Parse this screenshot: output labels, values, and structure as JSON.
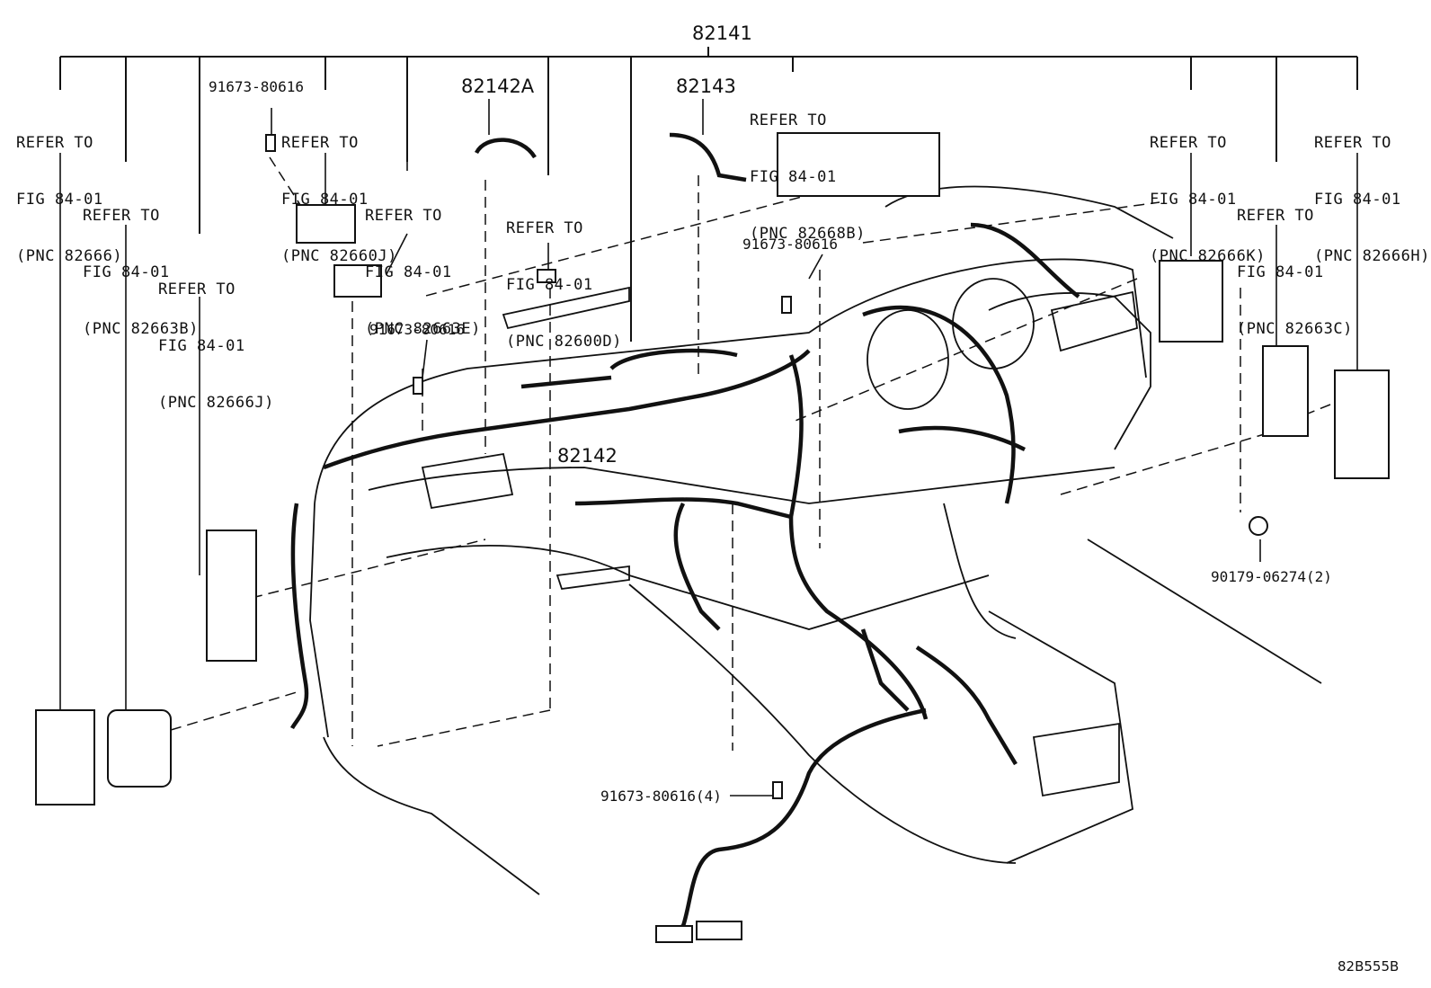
{
  "part_numbers": {
    "main": "82141",
    "sub_a": "82142A",
    "sub_b": "82143",
    "sub_c": "82142"
  },
  "refer_labels": [
    {
      "line1": "REFER TO",
      "line2": "FIG 84-01",
      "line3": "(PNC 82666)"
    },
    {
      "line1": "REFER TO",
      "line2": "FIG 84-01",
      "line3": "(PNC 82663B)"
    },
    {
      "line1": "REFER TO",
      "line2": "FIG 84-01",
      "line3": "(PNC 82666J)"
    },
    {
      "line1": "REFER TO",
      "line2": "FIG 84-01",
      "line3": "(PNC 82660J)"
    },
    {
      "line1": "REFER TO",
      "line2": "FIG 84-01",
      "line3": "(PNC 82663E)"
    },
    {
      "line1": "REFER TO",
      "line2": "FIG 84-01",
      "line3": "(PNC 82600D)"
    },
    {
      "line1": "REFER TO",
      "line2": "FIG 84-01",
      "line3": "(PNC 82668B)"
    },
    {
      "line1": "REFER TO",
      "line2": "FIG 84-01",
      "line3": "(PNC 82666K)"
    },
    {
      "line1": "REFER TO",
      "line2": "FIG 84-01",
      "line3": "(PNC 82663C)"
    },
    {
      "line1": "REFER TO",
      "line2": "FIG 84-01",
      "line3": "(PNC 82666H)"
    }
  ],
  "fasteners": [
    "91673-80616",
    "91673-80616",
    "91673-80616",
    "91673-80616(4)",
    "90179-06274(2)"
  ],
  "diagram_code": "82B555B"
}
